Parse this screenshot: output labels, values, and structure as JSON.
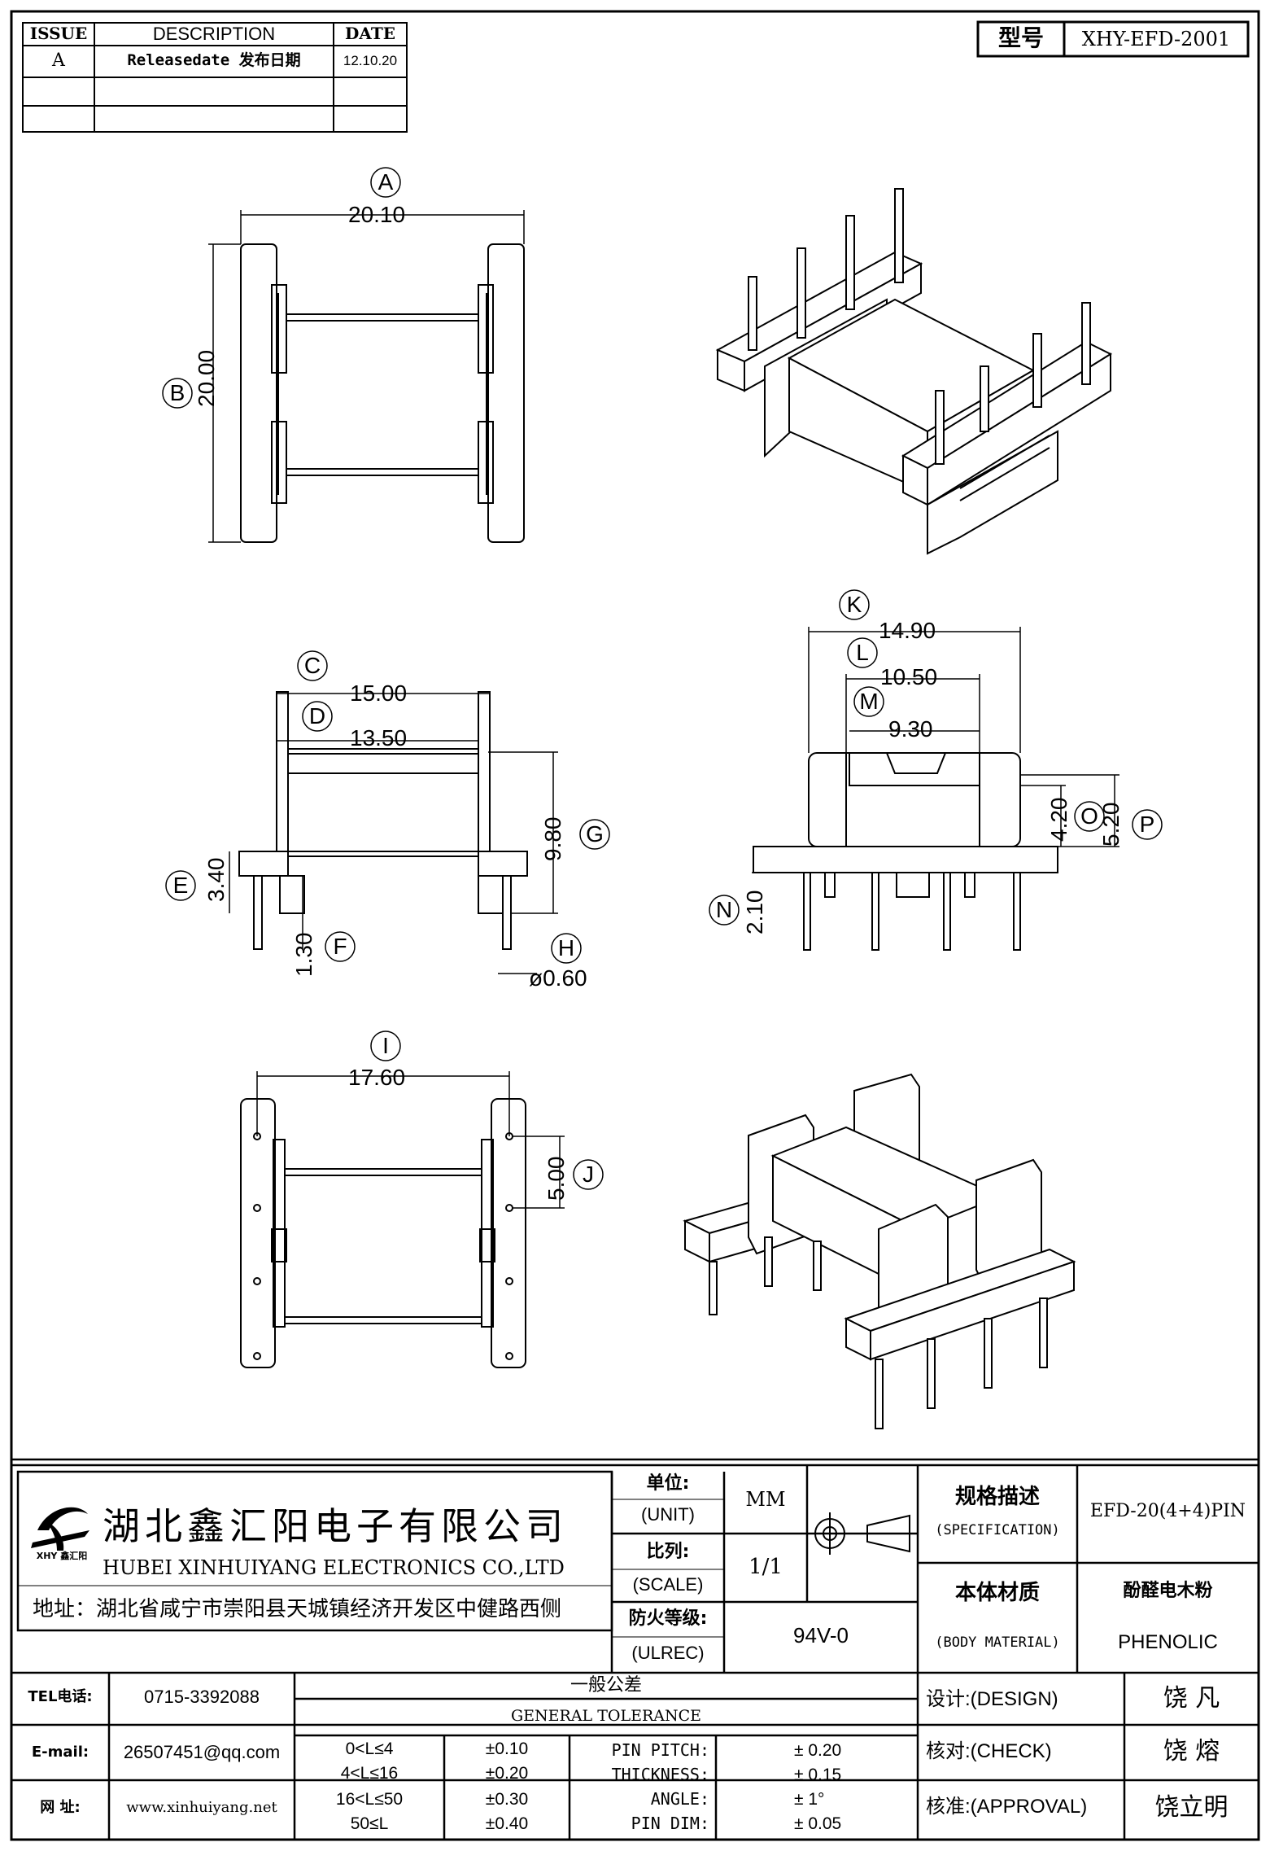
{
  "revision_table": {
    "headers": {
      "issue": "ISSUE",
      "description": "DESCRIPTION",
      "date": "DATE"
    },
    "rows": [
      {
        "issue": "A",
        "description": "Releasedate 发布日期",
        "date": "12.10.20"
      }
    ]
  },
  "model": {
    "label": "型号",
    "value": "XHY-EFD-2001"
  },
  "dimensions": {
    "A": {
      "letter": "A",
      "value": "20.10"
    },
    "B": {
      "letter": "B",
      "value": "20.00"
    },
    "C": {
      "letter": "C",
      "value": "15.00"
    },
    "D": {
      "letter": "D",
      "value": "13.50"
    },
    "E": {
      "letter": "E",
      "value": "3.40"
    },
    "F": {
      "letter": "F",
      "value": "1.30"
    },
    "G": {
      "letter": "G",
      "value": "9.80"
    },
    "H": {
      "letter": "H",
      "value": "ø0.60"
    },
    "I": {
      "letter": "I",
      "value": "17.60"
    },
    "J": {
      "letter": "J",
      "value": "5.00"
    },
    "K": {
      "letter": "K",
      "value": "14.90"
    },
    "L": {
      "letter": "L",
      "value": "10.50"
    },
    "M": {
      "letter": "M",
      "value": "9.30"
    },
    "N": {
      "letter": "N",
      "value": "2.10"
    },
    "O": {
      "letter": "O",
      "value": "4.20"
    },
    "P": {
      "letter": "P",
      "value": "5.20"
    }
  },
  "title_block": {
    "company_cn": "湖北鑫汇阳电子有限公司",
    "company_en": "HUBEI XINHUIYANG ELECTRONICS CO.,LTD",
    "logo_text": "XHY 鑫汇阳",
    "address": "地址：湖北省咸宁市崇阳县天城镇经济开发区中健路西侧",
    "unit_cn": "单位:",
    "unit_en": "(UNIT)",
    "unit_value": "MM",
    "scale_cn": "比列:",
    "scale_en": "(SCALE)",
    "scale_value": "1/1",
    "ulrec_cn": "防火等级:",
    "ulrec_en": "(ULREC)",
    "ulrec_value": "94V-0",
    "spec_cn": "规格描述",
    "spec_en": "(SPECIFICATION)",
    "spec_value": "EFD-20(4+4)PIN",
    "material_cn": "本体材质",
    "material_en": "(BODY MATERIAL)",
    "material_value_cn": "酚醛电木粉",
    "material_value_en": "PHENOLIC",
    "tel_label": "TEL电话:",
    "tel_value": "0715-3392088",
    "email_label": "E-mail:",
    "email_value": "26507451@qq.com",
    "web_label": "网  址:",
    "web_value": "www.xinhuiyang.net",
    "tolerance_cn": "一般公差",
    "tolerance_en": "GENERAL TOLERANCE",
    "tolerance_rows": [
      {
        "range": "0<L≤4",
        "tol": "±0.10"
      },
      {
        "range": "4<L≤16",
        "tol": "±0.20"
      },
      {
        "range": "16<L≤50",
        "tol": "±0.30"
      },
      {
        "range": "50≤L",
        "tol": "±0.40"
      }
    ],
    "spec_tolerances": [
      {
        "label": "PIN PITCH:",
        "value": "± 0.20"
      },
      {
        "label": "THICKNESS:",
        "value": "± 0.15"
      },
      {
        "label": "ANGLE:",
        "value": "± 1°"
      },
      {
        "label": "PIN DIM:",
        "value": "± 0.05"
      }
    ],
    "design_label": "设计:(DESIGN)",
    "design_value": "饶  凡",
    "check_label": "核对:(CHECK)",
    "check_value": "饶  熔",
    "approval_label": "核准:(APPROVAL)",
    "approval_value": "饶立明"
  },
  "colors": {
    "ink": "#000000",
    "paper": "#ffffff"
  }
}
